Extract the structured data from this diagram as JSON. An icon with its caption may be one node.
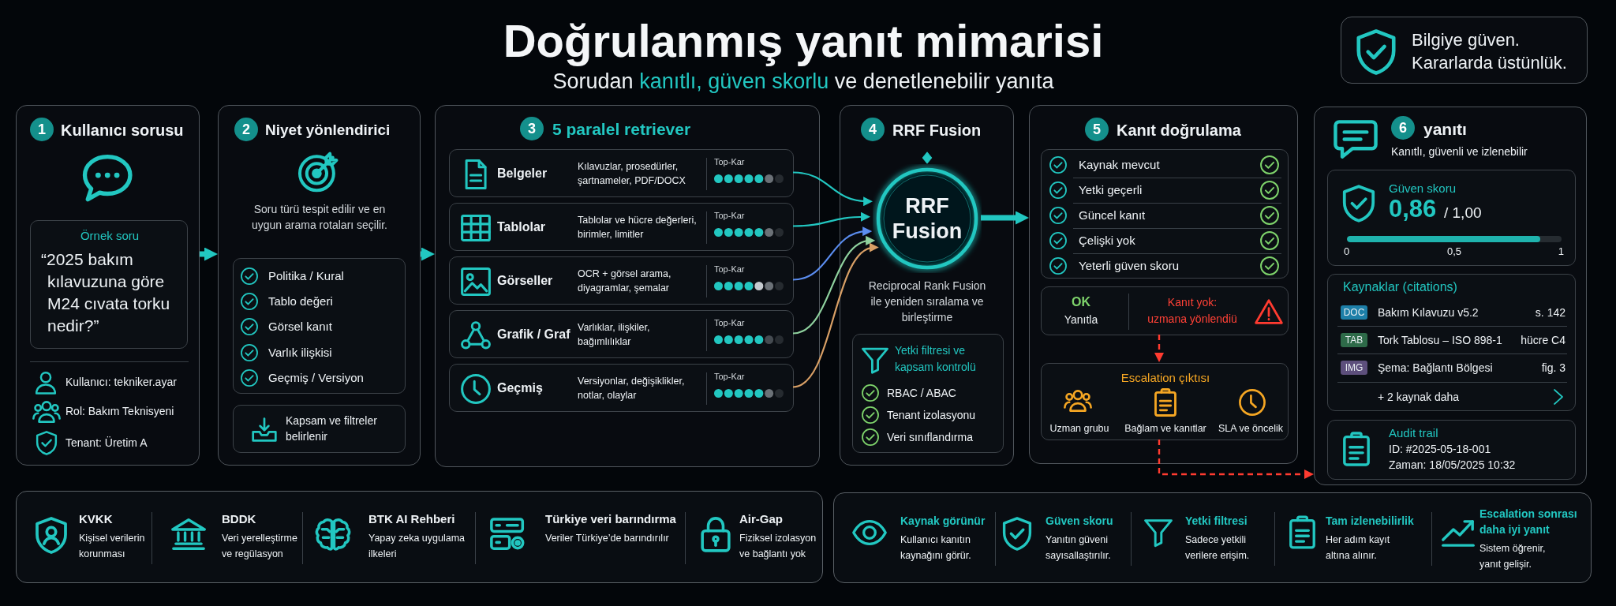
{
  "diagram": {
    "title": "Doğrulanmış yanıt mimarisi",
    "caption": "Sorudan **kanıtlı, güven skorlu** ve denetlenebilir yanıta",
    "nodes": [
      {
        "text": [
          "Bilgiye güven. Kararlarda üstünlük."
        ]
      },
      {
        "text": [
          "1",
          "Kullanıcı sorusu",
          "Kullanıcı: tekniker.ayar",
          "Rol: Bakım Teknisyeni",
          "Tenant: Üretim A"
        ]
      },
      {
        "text": [
          "Örnek soru",
          "“2025 bakım kılavuzuna göre M24 cıvata torku nedir?”"
        ],
        "in": 1
      },
      {
        "text": [
          "2",
          "Niyet yönlendirici",
          "Soru türü tespit edilir ve en uygun arama rotaları seçilir."
        ]
      },
      {
        "text": [
          "Politika / Kural",
          "Tablo değeri",
          "Görsel kanıt",
          "Varlık ilişkisi",
          "Geçmiş / Versiyon"
        ],
        "in": 3
      },
      {
        "text": [
          "Kapsam ve filtreler belirlenir"
        ],
        "in": 3
      },
      {
        "text": [
          "3",
          "5 paralel retriever"
        ]
      },
      {
        "text": [
          "Belgeler",
          "Kılavuzlar, prosedürler, şartnameler, PDF/DOCX",
          "Top-Kar"
        ],
        "in": 6
      },
      {
        "text": [
          "Tablolar",
          "Tablolar ve hücre değerleri, birimler, limitler",
          "Top-Kar"
        ],
        "in": 6
      },
      {
        "text": [
          "Görseller",
          "OCR + görsel arama, diyagramlar, şemalar",
          "Top-Kar"
        ],
        "in": 6
      },
      {
        "text": [
          "Grafik / Graf",
          "Varlıklar, ilişkiler, bağımlılıklar",
          "Top-Kar"
        ],
        "in": 6
      },
      {
        "text": [
          "Geçmiş",
          "Versiyonlar, değişiklikler, notlar, olaylar",
          "Top-Kar"
        ],
        "in": 6
      },
      {
        "text": [
          "4",
          "RRF Fusion"
        ]
      },
      {
        "text": [
          "RRF Fusion"
        ],
        "in": 12,
        "beside": [
          "Reciprocal Rank Fusion ile yeniden sıralama ve birleştirme"
        ]
      },
      {
        "text": [
          "Yetki filtresi ve kapsam kontrolü",
          "RBAC / ABAC",
          "Tenant izolasyonu",
          "Veri sınıflandırma"
        ],
        "in": 12
      },
      {
        "text": [
          "5",
          "Kanıt doğrulama"
        ]
      },
      {
        "text": [
          "Kaynak mevcut",
          "Yetki geçerli",
          "Güncel kanıt",
          "Çelişki yok",
          "Yeterli güven skoru"
        ],
        "in": 15
      },
      {
        "text": [
          "OK",
          "Yanıtla",
          "Kanıt yok: uzmana yönlendiü"
        ],
        "in": 15
      },
      {
        "text": [
          "Escalation çıktısı",
          "Uzman grubu",
          "Bağlam ve kanıtlar",
          "SLA ve öncelik"
        ],
        "in": 15
      },
      {
        "text": [
          "6",
          "yanıtı",
          "Kanıtlı, güvenli ve izlenebilir"
        ]
      },
      {
        "text": [
          "Güven skoru",
          "0,86",
          "/ 1,00",
          "0",
          "0,5",
          "1"
        ],
        "in": 19
      },
      {
        "text": [
          "Kaynaklar (citations)",
          "DOC",
          "Bakım Kılavuzu v5.2",
          "s. 142",
          "TAB",
          "Tork Tablosu – ISO 898-1",
          "hücre C4",
          "IMG",
          "Şema: Bağlantı Bölgesi",
          "fig. 3",
          "+ 2 kaynak daha"
        ],
        "in": 19
      },
      {
        "text": [
          "Audit trail",
          "ID: #2025-05-18-001",
          "Zaman: 18/05/2025 10:32"
        ],
        "in": 19
      },
      {
        "text": [
          "KVKK",
          "Kişisel verilerin korunması",
          "BDDK",
          "Veri yerelleştirme ve regülasyon",
          "BTK AI Rehberi",
          "Yapay zeka uygulama ilkeleri",
          "Türkiye veri barındırma",
          "Veriler Türkiye’de barındırılır",
          "Air-Gap",
          "Fiziksel izolasyon ve bağlantı yok"
        ]
      },
      {
        "text": [
          "Kaynak görünür",
          "Kullanıcı kanıtın kaynağını görür.",
          "Güven skoru",
          "Yanıtın güveni sayısallaştırılır.",
          "Yetki filtresi",
          "Sadece yetkili verilere erişim.",
          "Tam izlenebilirlik",
          "Her adım kayıt altına alınır.",
          "Escalation sonrası daha iyi yanıt",
          "Sistem öğrenir, yanıt gelişir."
        ]
      }
    ],
    "edges": [
      {
        "from": 1,
        "to": 3,
        "arrow": "to",
        "style": "thick"
      },
      {
        "from": 3,
        "to": 6,
        "arrow": "to",
        "style": "thick"
      },
      {
        "from": 7,
        "to": 13,
        "arrow": "to"
      },
      {
        "from": 8,
        "to": 13,
        "arrow": "to"
      },
      {
        "from": 9,
        "to": 13,
        "arrow": "to",
        "color": "#5b8def"
      },
      {
        "from": 10,
        "to": 13,
        "arrow": "to",
        "color": "#8fd19e"
      },
      {
        "from": 11,
        "to": 13,
        "arrow": "to",
        "color": "#d9a066"
      },
      {
        "from": 13,
        "to": 15,
        "arrow": "to",
        "style": "thick"
      },
      {
        "from": 17,
        "to": 18,
        "arrow": "to",
        "style": "dashed",
        "color": "#ff3b30"
      },
      {
        "from": 18,
        "to": 19,
        "arrow": "to",
        "style": "dashed",
        "color": "#ff3b30"
      }
    ]
  }
}
